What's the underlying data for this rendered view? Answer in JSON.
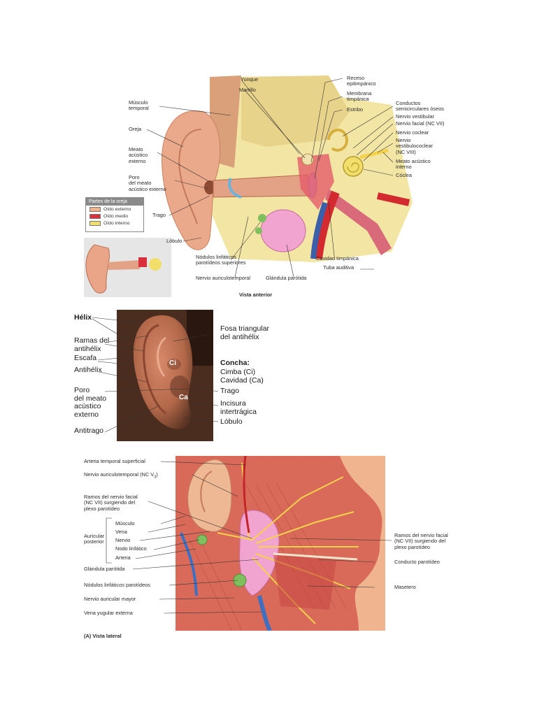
{
  "panel_a": {
    "labels": {
      "yunque": "Yunque",
      "martillo": "Martillo",
      "musculo_temporal": "Músculo\ntemporal",
      "oreja": "Oreja",
      "meato_externo": "Meato\nacústico\nexterno",
      "poro_meato": "Poro\ndel meato\nacústico externo",
      "trago": "Trago",
      "lobulo": "Lóbulo",
      "receso": "Receso\nepitimpánico",
      "membrana": "Membrana\ntimpánica",
      "estribo": "Estribo",
      "conductos": "Conductos\nsemicirculares óseos",
      "nervio_vestibular": "Nervio vestibular",
      "nervio_facial": "Nervio facial (NC VII)",
      "nervio_coclear": "Nervio coclear",
      "nervio_vestibulococlear": "Nervio\nvestibulococlear\n(NC VIII)",
      "meato_interno": "Meato acústico\ninterno",
      "coclea": "Cóclea",
      "nodulos": "Nódulos linfáticos\nparotídeos superiores",
      "nervio_auriculotemporal": "Nervio auriculotemporal",
      "glandula_parotida": "Glándula parótida",
      "cavidad_timpanica": "Cavidad timpánica",
      "tuba_auditiva": "Tuba auditiva",
      "vista_anterior": "Vista anterior"
    },
    "legend": {
      "title": "Partes de la oreja",
      "items": [
        {
          "label": "Oído externo",
          "color": "#f0b48c"
        },
        {
          "label": "Oído medio",
          "color": "#d8303c"
        },
        {
          "label": "Oído interno",
          "color": "#f2de6a"
        }
      ]
    }
  },
  "panel_b": {
    "labels": {
      "helix": "Hélix",
      "ramas": "Ramas del\nantihélix",
      "escafa": "Escafa",
      "antihelix": "Antihélix",
      "poro": "Poro\ndel meato\nacústico\nexterno",
      "antitrago": "Antitrago",
      "fosa": "Fosa triangular\ndel antihélix",
      "concha": "Concha:",
      "cimba": "Cimba (Ci)",
      "cavidad": "Cavidad (Ca)",
      "trago": "Trago",
      "incisura": "Incisura\nintertrágica",
      "lobulo": "Lóbulo",
      "ci": "Ci",
      "ca": "Ca"
    }
  },
  "panel_c": {
    "labels": {
      "arteria_temporal": "Arteria temporal superficial",
      "nervio_auriculotemporal": "Nervio auriculotemporal (NC V",
      "nervio_auriculotemporal_sub": "3",
      "nervio_auriculotemporal_close": ")",
      "ramos_izq": "Ramos del nervio facial\n(NC VII) surgiendo del\nplexo parotídeo",
      "auricular": "Auricular\nposterior",
      "musculo": "Músculo",
      "vena": "Vena",
      "nervio": "Nervio",
      "nodo": "Nodo linfático",
      "arteria": "Arteria",
      "glandula": "Glándula parótida",
      "nodulos": "Nódulos linfáticos parotídeos",
      "nervio_auricular_mayor": "Nervio auricular mayor",
      "vena_yugular": "Vena yugular externa",
      "ramos_der": "Ramos del nervio facial\n(NC VII) surgiendo del\nplexo parotídeo",
      "conducto": "Conducto parotídeo",
      "masetero": "Masetero",
      "vista_lateral": "(A) Vista lateral"
    }
  }
}
